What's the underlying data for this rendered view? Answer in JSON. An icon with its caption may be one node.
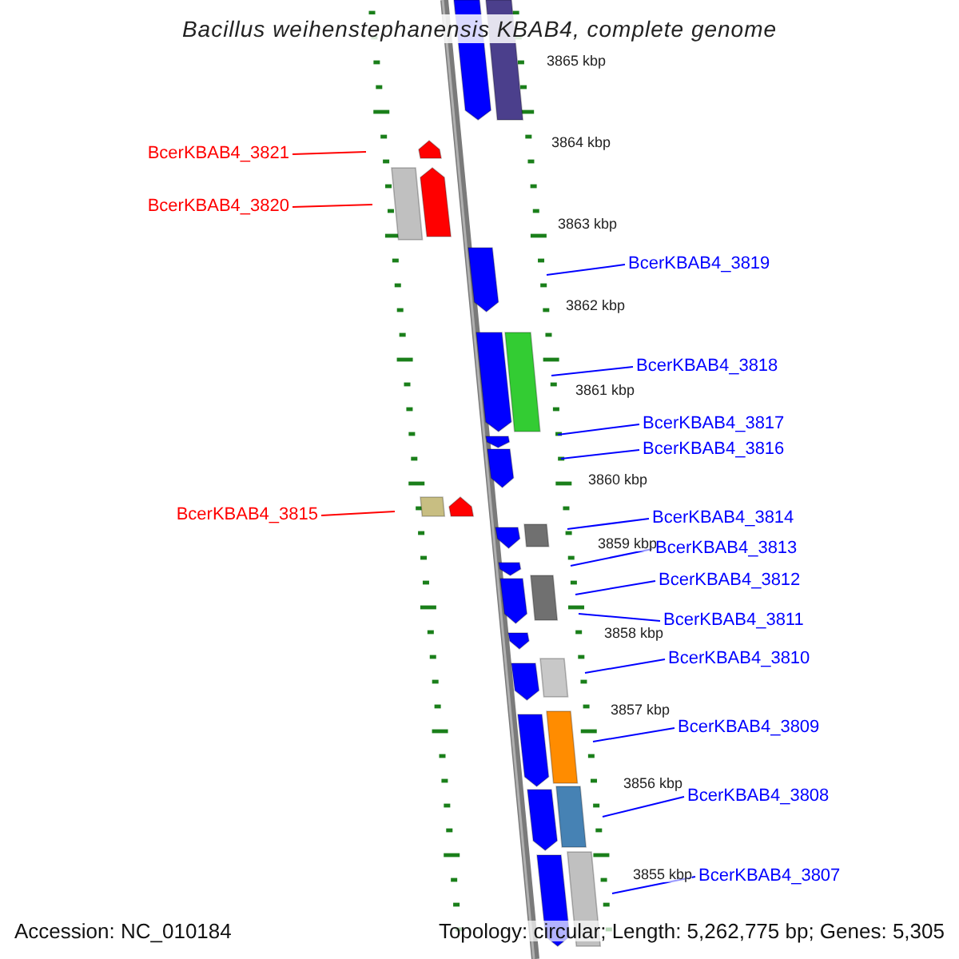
{
  "diagram": {
    "title": "Bacillus weihenstephanensis KBAB4, complete genome",
    "nodes": [
      {
        "text": [
          "BcerKBAB4_3821"
        ]
      },
      {
        "text": [
          "BcerKBAB4_3820"
        ]
      },
      {
        "text": [
          "BcerKBAB4_3819"
        ]
      },
      {
        "text": [
          "BcerKBAB4_3818"
        ]
      },
      {
        "text": [
          "BcerKBAB4_3817"
        ]
      },
      {
        "text": [
          "BcerKBAB4_3816"
        ]
      },
      {
        "text": [
          "BcerKBAB4_3815"
        ]
      },
      {
        "text": [
          "BcerKBAB4_3814"
        ]
      },
      {
        "text": [
          "BcerKBAB4_3813"
        ]
      },
      {
        "text": [
          "BcerKBAB4_3812"
        ]
      },
      {
        "text": [
          "BcerKBAB4_3811"
        ]
      },
      {
        "text": [
          "BcerKBAB4_3810"
        ]
      },
      {
        "text": [
          "BcerKBAB4_3809"
        ]
      },
      {
        "text": [
          "BcerKBAB4_3808"
        ]
      },
      {
        "text": [
          "BcerKBAB4_3807"
        ]
      }
    ],
    "edges": [
      {
        "from": 0,
        "to": null,
        "arrow": "none",
        "color": "#ff0000"
      },
      {
        "from": 1,
        "to": null,
        "arrow": "none",
        "color": "#ff0000"
      },
      {
        "from": 2,
        "to": null,
        "arrow": "none"
      },
      {
        "from": 3,
        "to": null,
        "arrow": "none"
      },
      {
        "from": 4,
        "to": null,
        "arrow": "none"
      },
      {
        "from": 5,
        "to": null,
        "arrow": "none"
      },
      {
        "from": 6,
        "to": null,
        "arrow": "none",
        "color": "#ff0000"
      },
      {
        "from": 7,
        "to": null,
        "arrow": "none"
      },
      {
        "from": 8,
        "to": null,
        "arrow": "none"
      },
      {
        "from": 9,
        "to": null,
        "arrow": "none"
      },
      {
        "from": 10,
        "to": null,
        "arrow": "none"
      },
      {
        "from": 11,
        "to": null,
        "arrow": "none"
      },
      {
        "from": 12,
        "to": null,
        "arrow": "none"
      },
      {
        "from": 13,
        "to": null,
        "arrow": "none"
      },
      {
        "from": 14,
        "to": null,
        "arrow": "none"
      }
    ],
    "labels": [
      "3865 kbp",
      "3864 kbp",
      "3863 kbp",
      "3862 kbp",
      "3861 kbp",
      "3860 kbp",
      "3859 kbp",
      "3858 kbp",
      "3857 kbp",
      "3856 kbp",
      "3855 kbp",
      "Accession: NC_010184",
      "Topology: circular; Length: 5,262,775 bp; Genes: 5,305"
    ]
  }
}
